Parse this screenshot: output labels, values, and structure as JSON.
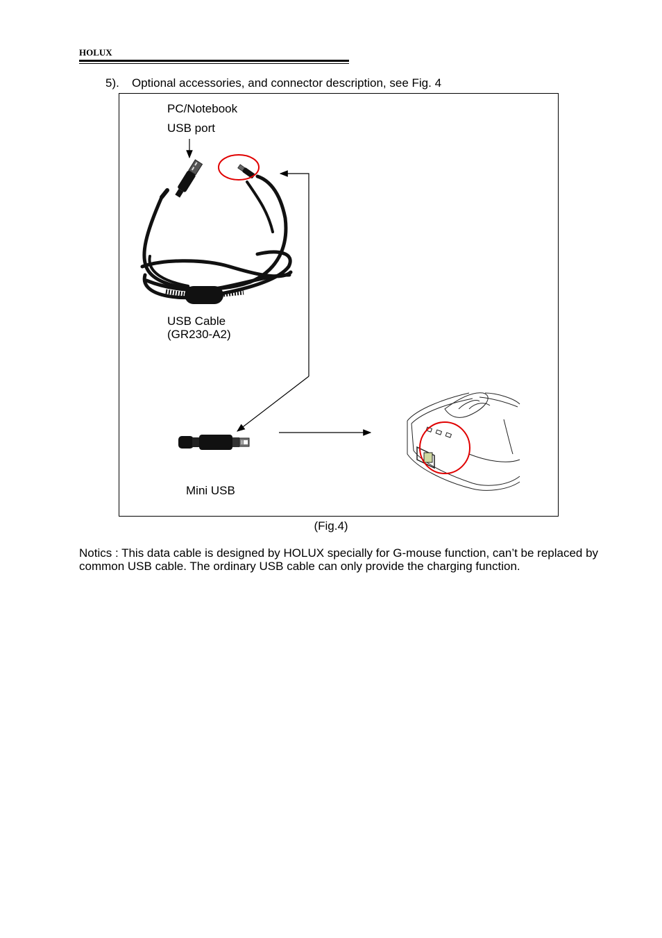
{
  "header": {
    "brand": "HOLUX"
  },
  "step": {
    "number": "5).",
    "text": "Optional accessories, and connector description, see Fig. 4"
  },
  "figure": {
    "label_pc": "PC/Notebook",
    "label_usb_port": "USB port",
    "label_cable_line1": "USB Cable",
    "label_cable_line2": "(GR230-A2)",
    "label_mini_usb": "Mini USB",
    "caption": "(Fig.4)"
  },
  "notice": {
    "text": "Notics : This data cable is designed by HOLUX specially for G-mouse function, can’t be replaced by common USB cable. The ordinary USB cable can only provide the charging function."
  }
}
